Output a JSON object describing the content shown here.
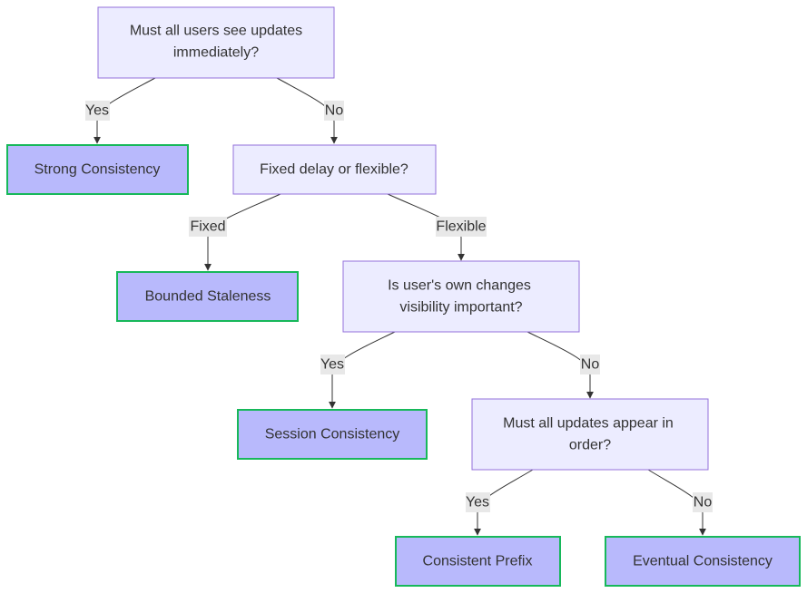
{
  "nodes": {
    "q_immediate": [
      "Must all users see updates",
      "immediately?"
    ],
    "a_strong": [
      "Strong Consistency"
    ],
    "q_delay": [
      "Fixed delay or flexible?"
    ],
    "a_bounded": [
      "Bounded Staleness"
    ],
    "q_own_changes": [
      "Is user's own changes",
      "visibility important?"
    ],
    "a_session": [
      "Session Consistency"
    ],
    "q_order": [
      "Must all updates appear in",
      "order?"
    ],
    "a_prefix": [
      "Consistent Prefix"
    ],
    "a_eventual": [
      "Eventual Consistency"
    ]
  },
  "edges": {
    "e1": "Yes",
    "e2": "No",
    "e3": "Fixed",
    "e4": "Flexible",
    "e5": "Yes",
    "e6": "No",
    "e7": "Yes",
    "e8": "No"
  }
}
